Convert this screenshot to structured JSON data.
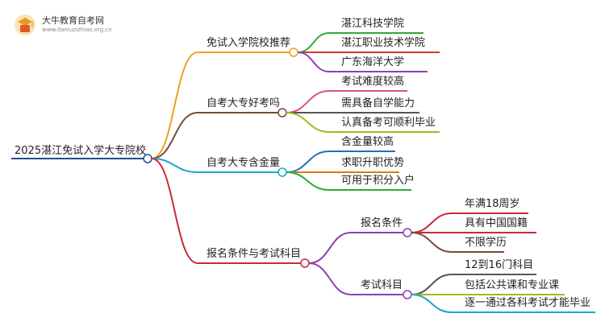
{
  "logo": {
    "title": "大牛教育自考网",
    "url": "www.daniuzizhiao.org.cn"
  },
  "mindmap": {
    "root": "2025湛江免试入学大专院校",
    "branches": [
      {
        "label": "免试入学院校推荐",
        "color": "#f0a020",
        "children": [
          {
            "label": "湛江科技学院",
            "color": "#2eab3a"
          },
          {
            "label": "湛江职业技术学院",
            "color": "#d8362c"
          },
          {
            "label": "广东海洋大学",
            "color": "#8b3fb5"
          }
        ]
      },
      {
        "label": "自考大专好考吗",
        "color": "#7a4a3a",
        "children": [
          {
            "label": "考试难度较高",
            "color": "#e0508a"
          },
          {
            "label": "需具备自学能力",
            "color": "#555555"
          },
          {
            "label": "认真备考可顺利毕业",
            "color": "#a8b818"
          }
        ]
      },
      {
        "label": "自考大专含金量",
        "color": "#1aa8c8",
        "children": [
          {
            "label": "含金量较高",
            "color": "#1f6fc0"
          },
          {
            "label": "求职升职优势",
            "color": "#e07818"
          },
          {
            "label": "可用于积分入户",
            "color": "#2eab3a"
          }
        ]
      },
      {
        "label": "报名条件与考试科目",
        "color": "#c8283c",
        "children": [
          {
            "label": "报名条件",
            "color": "#8b3fb5",
            "children": [
              {
                "label": "年满18周岁",
                "color": "#c8283c"
              },
              {
                "label": "具有中国国籍",
                "color": "#c8283c"
              },
              {
                "label": "不限学历",
                "color": "#7a4a3a"
              }
            ]
          },
          {
            "label": "考试科目",
            "color": "#8b3fb5",
            "children": [
              {
                "label": "12到16门科目",
                "color": "#555555"
              },
              {
                "label": "包括公共课和专业课",
                "color": "#a8b818"
              },
              {
                "label": "逐一通过各科考试才能毕业",
                "color": "#1aa8c8"
              }
            ]
          }
        ]
      }
    ]
  }
}
